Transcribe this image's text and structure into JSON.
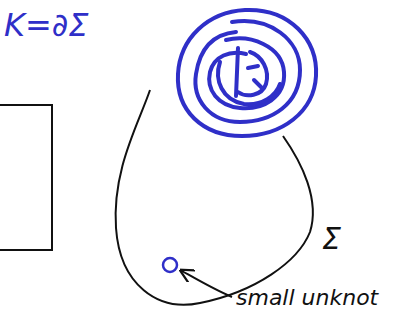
{
  "diagram": {
    "labels": [
      "K=∂Σ",
      "Σ",
      "small unknot"
    ]
  }
}
